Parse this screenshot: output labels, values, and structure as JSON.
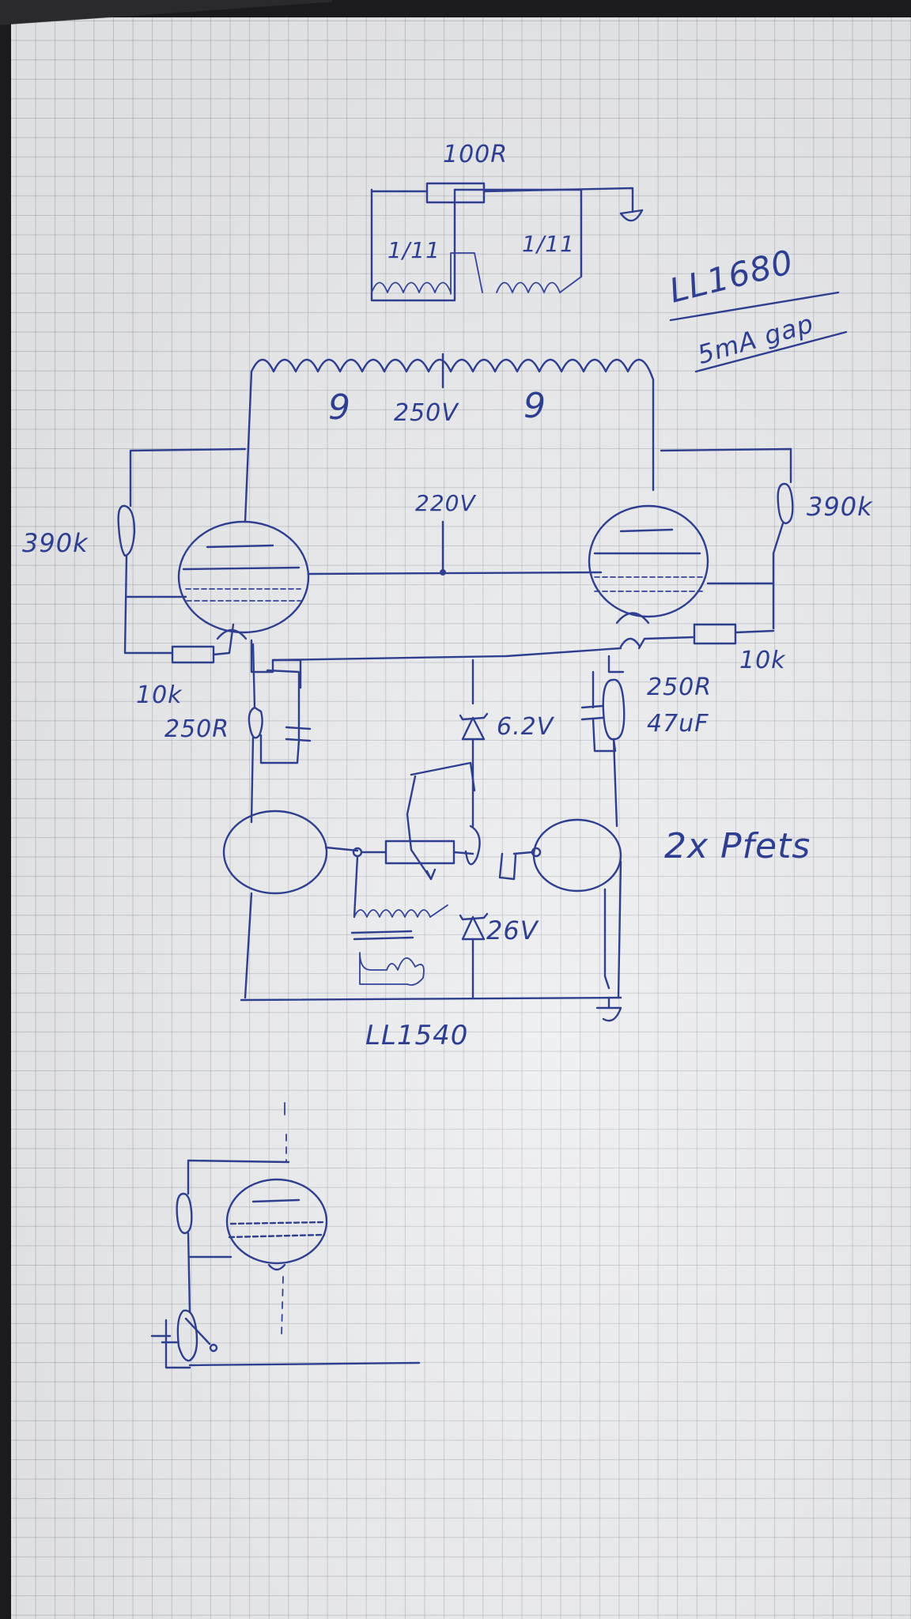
{
  "sheet": {
    "output_transformer": "LL1680",
    "output_rating": "5mA gap",
    "plate_voltage": "250V",
    "plate_winding_left": "9",
    "plate_winding_right": "9",
    "screen_voltage": "220V",
    "feedback_resistor": "100R",
    "secondary_left_ratio": "1/11",
    "secondary_right_ratio": "1/11",
    "grid_resistor_left": "390k",
    "grid_resistor_right": "390k",
    "divider_left": "10k",
    "divider_right": "10k",
    "cathode_resistor_left": "250R",
    "cathode_resistor_right": "250R",
    "cathode_cap_right": "47uF",
    "zener_top": "6.2V",
    "zener_bottom": "26V",
    "fet_note": "2x Pfets",
    "input_transformer": "LL1540"
  },
  "colors": {
    "paper": "#ecedef",
    "grid": "#8a92a6",
    "ink": "#2f3f8f"
  }
}
